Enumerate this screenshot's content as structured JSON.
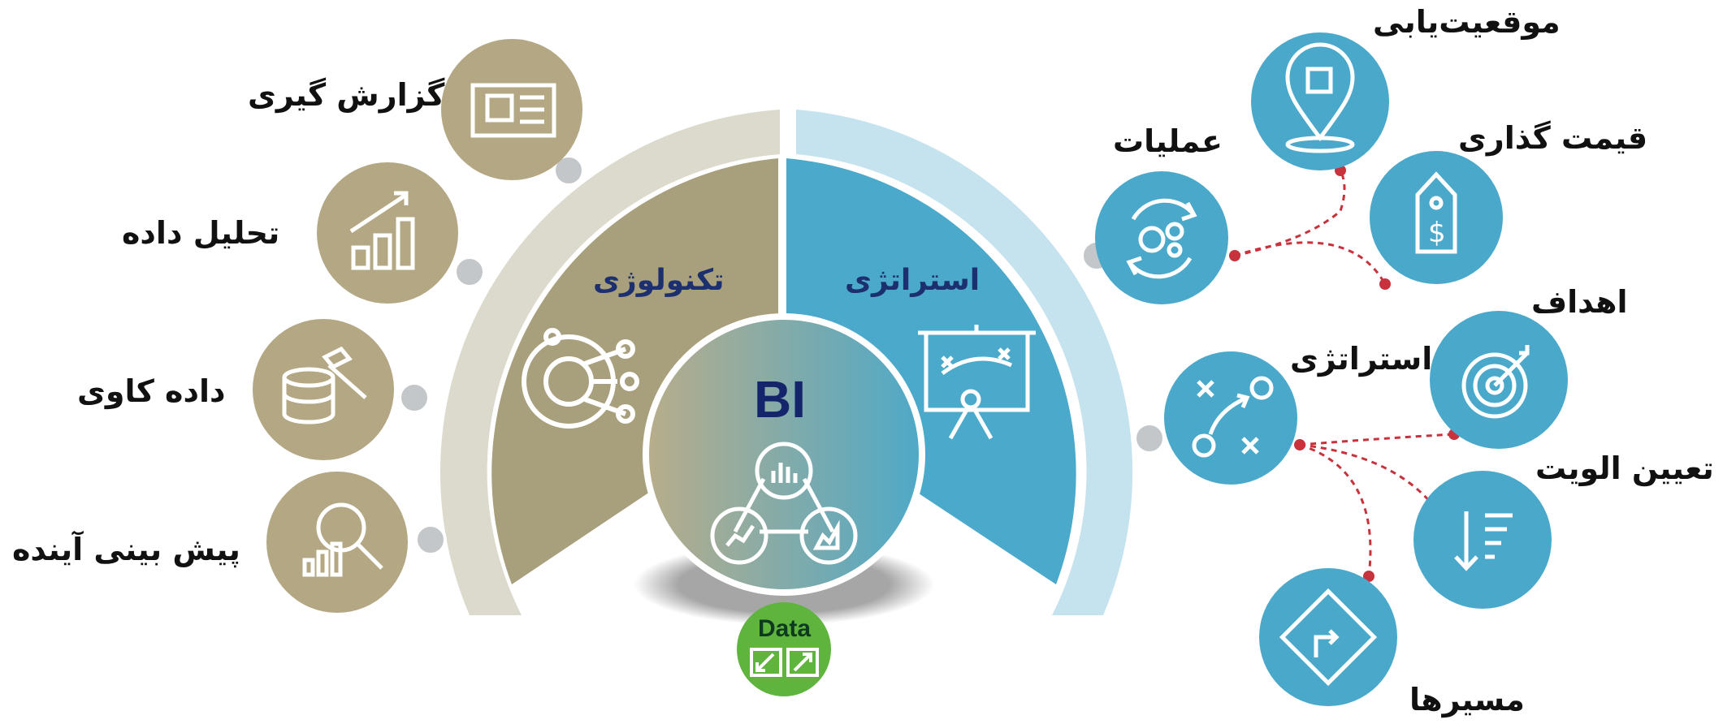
{
  "center": {
    "title": "BI",
    "data_label": "Data"
  },
  "sectors": {
    "technology": "تکنولوژی",
    "strategy": "استراتژی"
  },
  "left_items": [
    {
      "label": "گزارش گیری",
      "icon": "report-icon"
    },
    {
      "label": "تحلیل داده",
      "icon": "bar-chart-growth-icon"
    },
    {
      "label": "داده کاوی",
      "icon": "database-hammer-icon"
    },
    {
      "label": "پیش بینی آینده",
      "icon": "magnifier-chart-icon"
    }
  ],
  "right_items": {
    "operations": {
      "label": "عملیات",
      "icon": "gears-cycle-icon"
    },
    "positioning": {
      "label": "موقعیت‌یابی",
      "icon": "location-pin-icon"
    },
    "pricing": {
      "label": "قیمت گذاری",
      "icon": "price-tag-icon"
    },
    "strategy": {
      "label": "استراتژی",
      "icon": "tactics-board-icon"
    },
    "goals": {
      "label": "اهداف",
      "icon": "target-icon"
    },
    "priority": {
      "label": "تعیین الویت",
      "icon": "sort-priority-icon"
    },
    "routes": {
      "label": "مسیرها",
      "icon": "route-sign-icon"
    }
  },
  "colors": {
    "tech_dark": "#a89f7c",
    "tech_light": "#dcd9cd",
    "strategy_dark": "#4baacb",
    "strategy_light": "#c5e3ef",
    "data_green": "#5fb43d",
    "connector_red": "#c8323c"
  }
}
